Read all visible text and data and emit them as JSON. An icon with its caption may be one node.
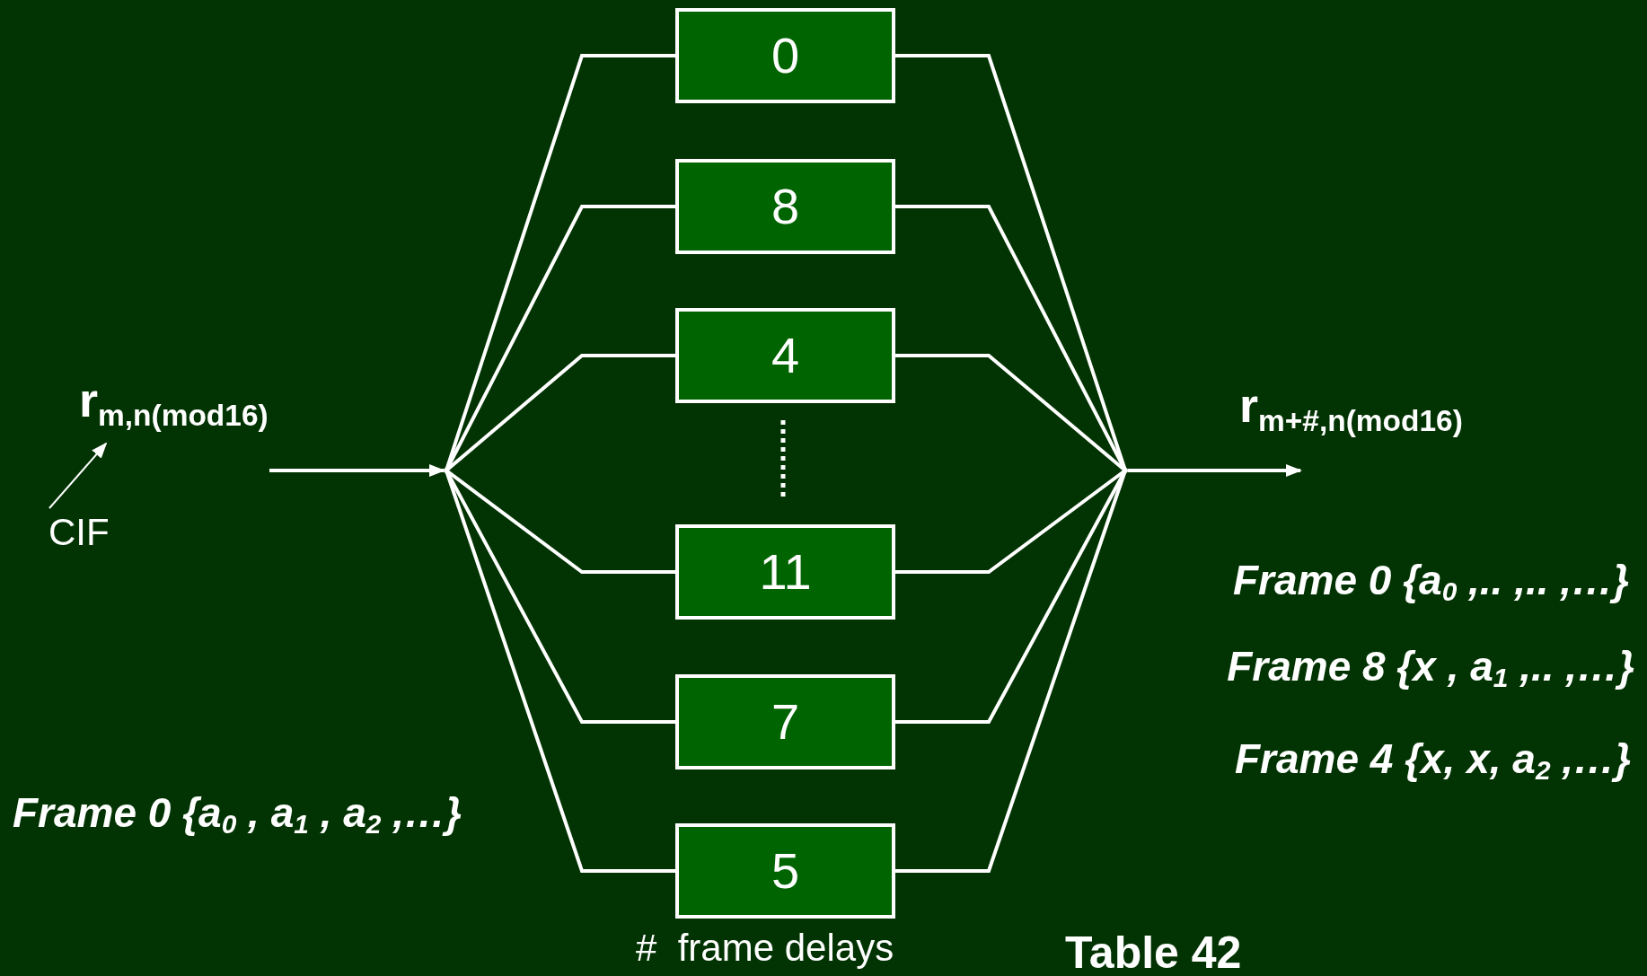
{
  "diagram": {
    "nodes": [
      {
        "text": [],
        "shape": "point"
      },
      {
        "text": [
          "0"
        ]
      },
      {
        "text": [
          "8"
        ]
      },
      {
        "text": [
          "4"
        ]
      },
      {
        "text": [
          "11"
        ]
      },
      {
        "text": [
          "7"
        ]
      },
      {
        "text": [
          "5"
        ]
      },
      {
        "text": [],
        "shape": "point"
      },
      {
        "text": [
          "r$_{m,n(mod16)}$"
        ]
      },
      {
        "text": [
          "CIF"
        ]
      }
    ],
    "edges": [
      {
        "from": null,
        "to": 0,
        "arrow": "to"
      },
      {
        "from": 0,
        "to": 1,
        "arrow": "none"
      },
      {
        "from": 0,
        "to": 2,
        "arrow": "none"
      },
      {
        "from": 0,
        "to": 3,
        "arrow": "none"
      },
      {
        "from": 0,
        "to": 4,
        "arrow": "none"
      },
      {
        "from": 0,
        "to": 5,
        "arrow": "none"
      },
      {
        "from": 0,
        "to": 6,
        "arrow": "none"
      },
      {
        "from": 1,
        "to": 7,
        "arrow": "none"
      },
      {
        "from": 2,
        "to": 7,
        "arrow": "none"
      },
      {
        "from": 3,
        "to": 7,
        "arrow": "none"
      },
      {
        "from": 4,
        "to": 7,
        "arrow": "none"
      },
      {
        "from": 5,
        "to": 7,
        "arrow": "none"
      },
      {
        "from": 6,
        "to": 7,
        "arrow": "none"
      },
      {
        "from": 7,
        "to": null,
        "arrow": "to"
      },
      {
        "from": 9,
        "to": 8,
        "arrow": "to"
      }
    ],
    "labels": [
      "r$_{m+#,n(mod16)}$",
      "Frame 0 {a$_{0}$ ,.. ,.. ,…}",
      "Frame 8 {x , a$_{1}$ ,.. ,…}",
      "Frame 4 {x, x, a$_{2}$ ,…}",
      "Frame 0 {a$_{0}$ , a$_{1}$ , a$_{2}$ ,…}",
      "#  frame delays",
      "Table 42"
    ]
  }
}
